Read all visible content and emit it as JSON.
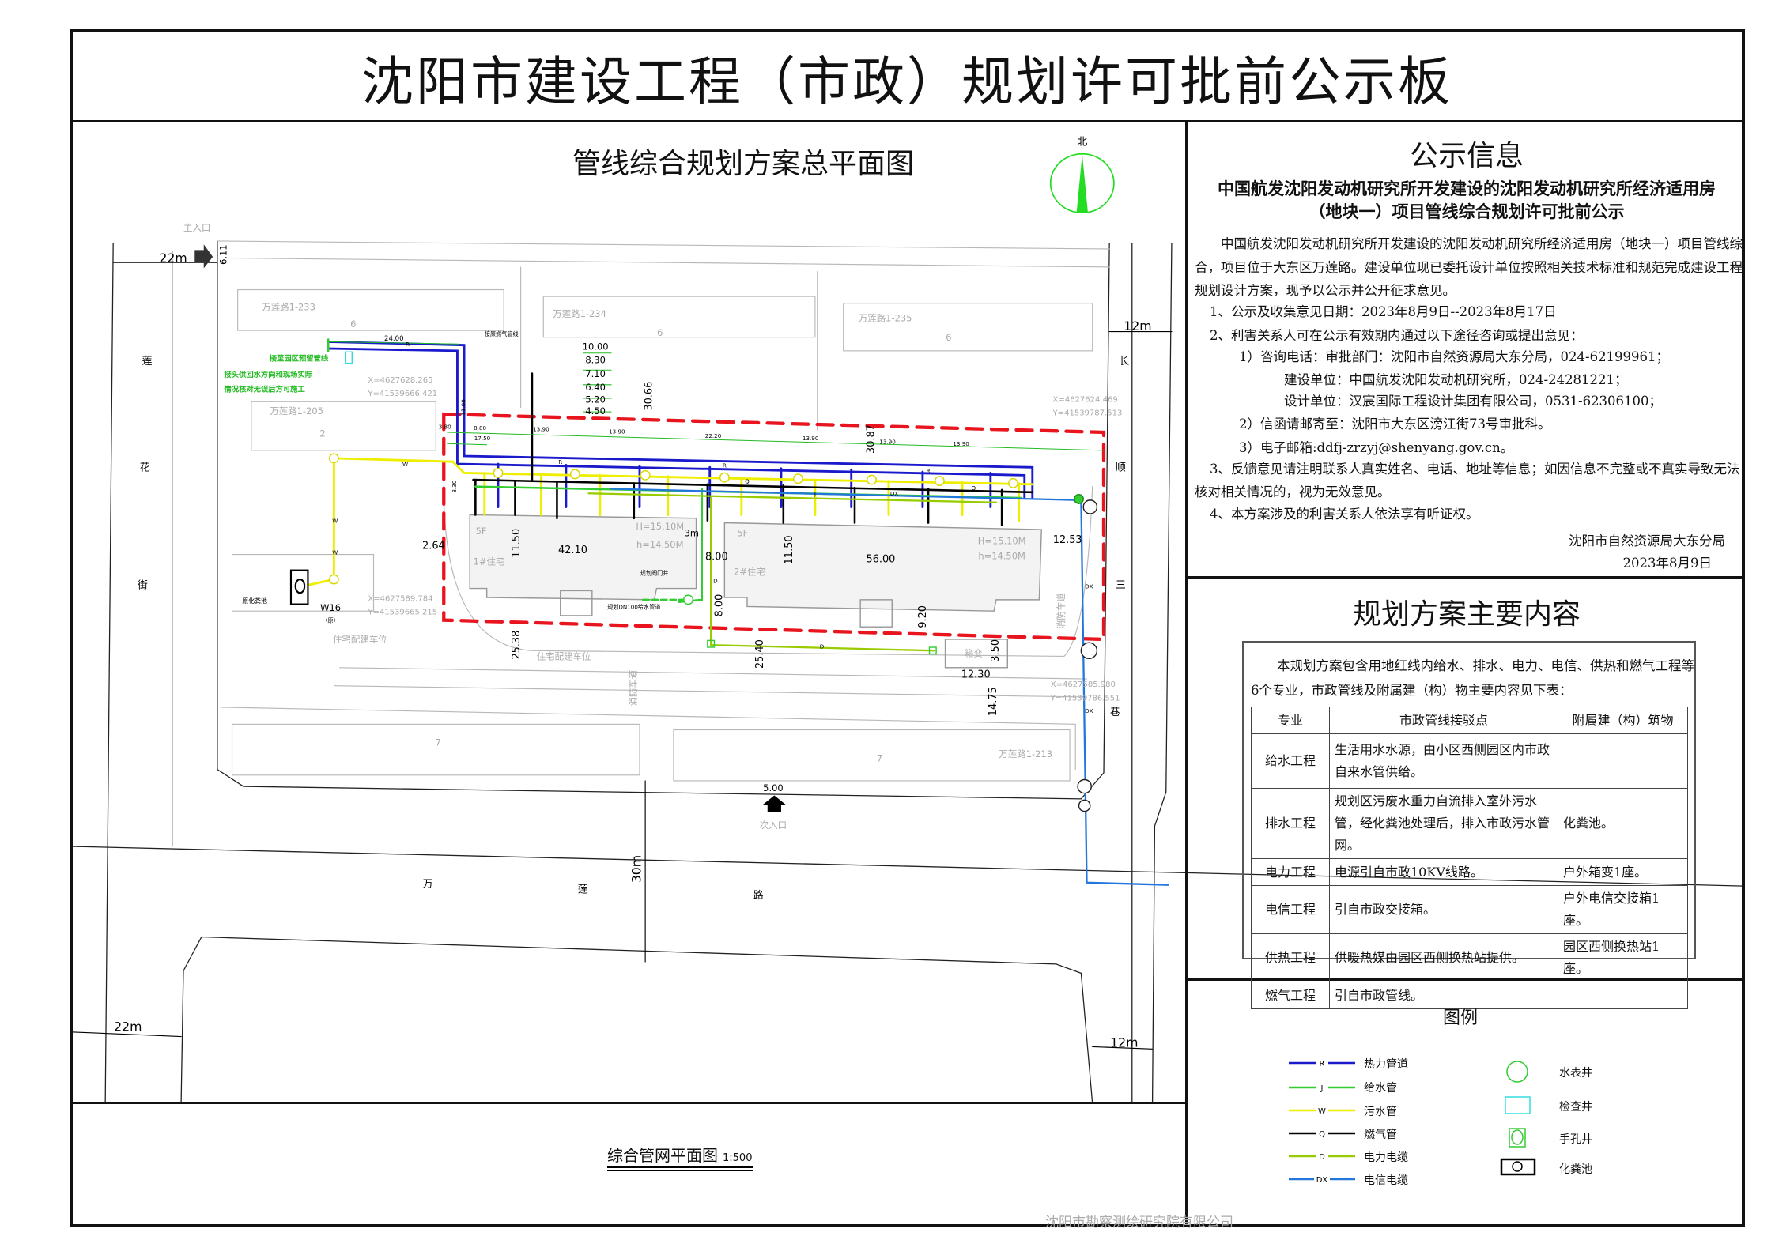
{
  "board_title": "沈阳市建设工程（市政）规划许可批前公示板",
  "plan": {
    "title": "管线综合规划方案总平面图",
    "north": "北",
    "caption": "综合管网平面图",
    "scale": "1:500",
    "watermark": "沈阳市勘察测绘研究院有限公司",
    "streets": [
      "莲",
      "花",
      "街",
      "长",
      "顺",
      "三",
      "巷",
      "万",
      "莲",
      "路"
    ],
    "road_widths": [
      "22m",
      "12m",
      "22m",
      "12m",
      "30m"
    ],
    "entrances": [
      "主入口",
      "次入口"
    ],
    "site_labels": [
      "万莲路1-233",
      "6",
      "万莲路1-234",
      "6",
      "万莲路1-235",
      "6",
      "万莲路1-205",
      "2",
      "7",
      "7",
      "万莲路1-213",
      "1#住宅",
      "2#住宅",
      "5F",
      "5F",
      "H=15.10M",
      "h=14.50M",
      "H=15.10M",
      "h=14.50M",
      "消防车道",
      "消防车道",
      "箱变",
      "住宅配建车位",
      "住宅配建车位"
    ],
    "coordinates": [
      "X=4627628.265",
      "Y=41539666.421",
      "X=4627624.469",
      "Y=41539787.513",
      "X=4627589.784",
      "Y=41539665.215",
      "X=4627585.980",
      "Y=41539786.551"
    ],
    "dimensions": [
      "6.11",
      "24.00",
      "10.00",
      "8.30",
      "7.10",
      "6.40",
      "5.20",
      "4.50",
      "30.66",
      "30.87",
      "22.20",
      "13.90",
      "13.90",
      "13.90",
      "13.90",
      "13.90",
      "3.80",
      "8.80",
      "17.50",
      "11.00",
      "8.30",
      "2.64",
      "11.50",
      "42.10",
      "8.00",
      "3m",
      "11.50",
      "56.00",
      "12.53",
      "9.20",
      "8.00",
      "25.38",
      "25.40",
      "3.50",
      "12.30",
      "14.75",
      "5.00"
    ],
    "notes": [
      "接至园区预留管线",
      "接头供回水方向和现场实际",
      "情况核对无误后方可施工",
      "接原燃气管线",
      "原化粪池",
      "W16",
      "（原）",
      "规划阀门井",
      "规划DN100给水管道"
    ],
    "pipe_letters": [
      "R",
      "R",
      "R",
      "R",
      "W",
      "W",
      "W",
      "Q",
      "Q",
      "J",
      "D",
      "D",
      "DX",
      "DX",
      "DX"
    ]
  },
  "info": {
    "heading": "公示信息",
    "subtitle_lines": [
      "中国航发沈阳发动机研究所开发建设的沈阳发动机研究所经济适用房",
      "（地块一）项目管线综合规划许可批前公示"
    ],
    "body_lines": [
      "中国航发沈阳发动机研究所开发建设的沈阳发动机研究所经济适用房（地块一）项目管线综",
      "合，项目位于大东区万莲路。建设单位现已委托设计单位按照相关技术标准和规范完成建设工程",
      "规划设计方案，现予以公示并公开征求意见。",
      "1、公示及收集意见日期：2023年8月9日--2023年8月17日",
      "2、利害关系人可在公示有效期内通过以下途径咨询或提出意见：",
      "1）咨询电话：审批部门：沈阳市自然资源局大东分局，024-62199961；",
      "建设单位：中国航发沈阳发动机研究所，024-24281221；",
      "设计单位：汉宸国际工程设计集团有限公司，0531-62306100；",
      "2）信函请邮寄至：沈阳市大东区滂江街73号审批科。",
      "3）电子邮箱:ddfj-zrzyj@shenyang.gov.cn。",
      "3、反馈意见请注明联系人真实姓名、电话、地址等信息；如因信息不完整或不真实导致无法",
      "核对相关情况的，视为无效意见。",
      "4、本方案涉及的利害关系人依法享有听证权。"
    ],
    "signature": "沈阳市自然资源局大东分局",
    "date": "2023年8月9日"
  },
  "content": {
    "heading": "规划方案主要内容",
    "intro_lines": [
      "本规划方案包含用地红线内给水、排水、电力、电信、供热和燃气工程等",
      "6个专业，市政管线及附属建（构）物主要内容见下表："
    ],
    "table": {
      "headers": [
        "专业",
        "市政管线接驳点",
        "附属建（构）筑物"
      ],
      "rows": [
        [
          "给水工程",
          "生活用水水源，由小区西侧园区内市政自来水管供给。",
          ""
        ],
        [
          "排水工程",
          "规划区污废水重力自流排入室外污水管，经化粪池处理后，排入市政污水管网。",
          "化粪池。"
        ],
        [
          "电力工程",
          "电源引自市政10KV线路。",
          "户外箱变1座。"
        ],
        [
          "电信工程",
          "引自市政交接箱。",
          "户外电信交接箱1座。"
        ],
        [
          "供热工程",
          "供暖热媒由园区西侧换热站提供。",
          "园区西侧换热站1座。"
        ],
        [
          "燃气工程",
          "引自市政管线。",
          ""
        ]
      ]
    }
  },
  "legend": {
    "heading": "图例",
    "lines": [
      {
        "code": "R",
        "label": "热力管道",
        "color": "#1a1acc"
      },
      {
        "code": "J",
        "label": "给水管",
        "color": "#33cc33"
      },
      {
        "code": "W",
        "label": "污水管",
        "color": "#eeee00"
      },
      {
        "code": "Q",
        "label": "燃气管",
        "color": "#000000"
      },
      {
        "code": "D",
        "label": "电力电缆",
        "color": "#99cc00"
      },
      {
        "code": "DX",
        "label": "电信电缆",
        "color": "#2277dd"
      }
    ],
    "symbols": [
      {
        "icon": "water-meter-well",
        "label": "水表井",
        "color": "#33cc33"
      },
      {
        "icon": "inspection-well",
        "label": "检查井",
        "color": "#33dddd"
      },
      {
        "icon": "handhole-well",
        "label": "手孔井",
        "color": "#33cc33"
      },
      {
        "icon": "septic-tank",
        "label": "化粪池",
        "color": "#000000"
      }
    ]
  },
  "colors": {
    "boundary": "#e8141e",
    "heat": "#1a1acc",
    "water": "#33cc33",
    "sewage": "#eeee00",
    "gas": "#000000",
    "power": "#99cc00",
    "telecom": "#2277dd",
    "site_gray": "#b0b0b0"
  }
}
